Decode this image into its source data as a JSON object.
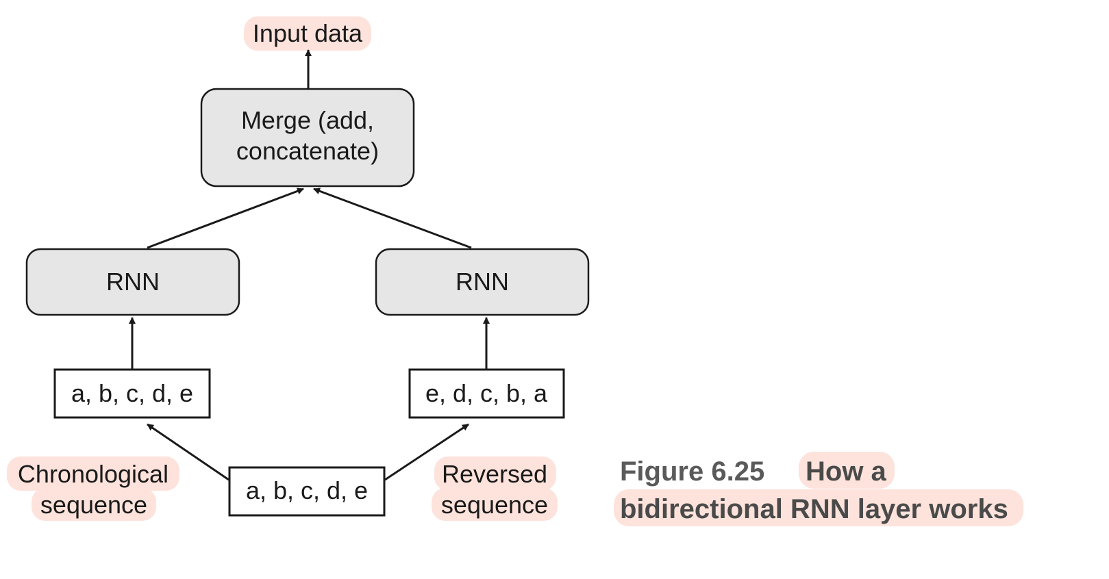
{
  "diagram": {
    "output_label": "Input data",
    "merge_line1": "Merge (add,",
    "merge_line2": "concatenate)",
    "rnn_left": "RNN",
    "rnn_right": "RNN",
    "seq_left": "a, b, c, d, e",
    "seq_right": "e, d, c, b, a",
    "seq_input": "a, b, c, d, e",
    "chrono_line1": "Chronological",
    "chrono_line2": "sequence",
    "reversed_line1": "Reversed",
    "reversed_line2": "sequence"
  },
  "caption": {
    "number": "Figure 6.25",
    "title_line1": "How a",
    "title_line2": "bidirectional RNN layer works"
  },
  "colors": {
    "highlight": "#fde3dc",
    "box_fill": "#e6e6e6",
    "stroke": "#1a1a1a",
    "caption_number": "#5a5a5a",
    "caption_title": "#4a4a4a"
  }
}
